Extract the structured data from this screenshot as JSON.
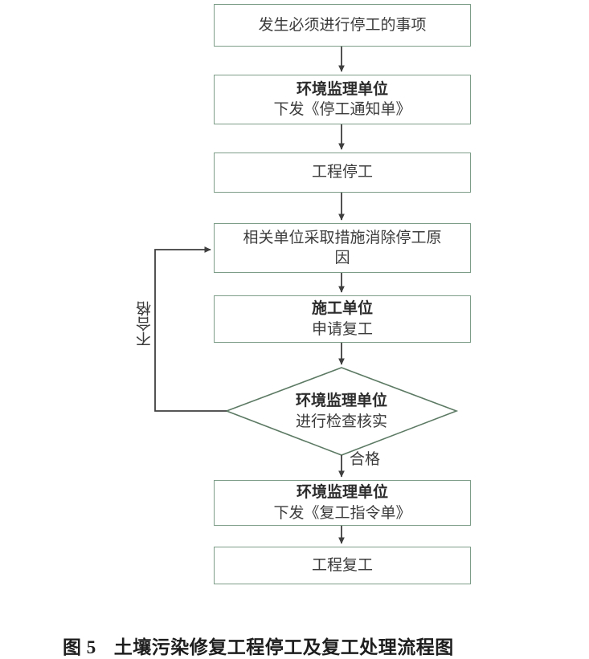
{
  "figure": {
    "caption_label": "图 5",
    "caption_text": "土壤污染修复工程停工及复工处理流程图"
  },
  "colors": {
    "box_border": "#7e9d88",
    "box_fill": "#ffffff",
    "connector": "#3f3f3f",
    "text": "#3b3b3b",
    "background": "#ffffff"
  },
  "flowchart": {
    "type": "flowchart",
    "orientation": "top-to-bottom",
    "nodes": [
      {
        "id": "n1",
        "shape": "rect",
        "lines": [
          {
            "text": "发生必须进行停工的事项",
            "bold": false
          }
        ]
      },
      {
        "id": "n2",
        "shape": "rect",
        "lines": [
          {
            "text": "环境监理单位",
            "bold": true
          },
          {
            "text": "下发《停工通知单》",
            "bold": false
          }
        ]
      },
      {
        "id": "n3",
        "shape": "rect",
        "lines": [
          {
            "text": "工程停工",
            "bold": false
          }
        ]
      },
      {
        "id": "n4",
        "shape": "rect",
        "lines": [
          {
            "text": "相关单位采取措施消除停工原",
            "bold": false
          },
          {
            "text": "因",
            "bold": false
          }
        ]
      },
      {
        "id": "n5",
        "shape": "rect",
        "lines": [
          {
            "text": "施工单位",
            "bold": true
          },
          {
            "text": "申请复工",
            "bold": false
          }
        ]
      },
      {
        "id": "n6",
        "shape": "diamond",
        "lines": [
          {
            "text": "环境监理单位",
            "bold": true
          },
          {
            "text": "进行检查核实",
            "bold": false
          }
        ]
      },
      {
        "id": "n7",
        "shape": "rect",
        "lines": [
          {
            "text": "环境监理单位",
            "bold": true
          },
          {
            "text": "下发《复工指令单》",
            "bold": false
          }
        ]
      },
      {
        "id": "n8",
        "shape": "rect",
        "lines": [
          {
            "text": "工程复工",
            "bold": false
          }
        ]
      }
    ],
    "edges": [
      {
        "from": "n1",
        "to": "n2",
        "label": ""
      },
      {
        "from": "n2",
        "to": "n3",
        "label": ""
      },
      {
        "from": "n3",
        "to": "n4",
        "label": ""
      },
      {
        "from": "n4",
        "to": "n5",
        "label": ""
      },
      {
        "from": "n5",
        "to": "n6",
        "label": ""
      },
      {
        "from": "n6",
        "to": "n7",
        "label": "合格"
      },
      {
        "from": "n6",
        "to": "n4",
        "label": "不合格",
        "routing": "left-feedback-loop"
      },
      {
        "from": "n7",
        "to": "n8",
        "label": ""
      }
    ],
    "labels": {
      "pass": "合格",
      "fail": "不合格"
    }
  }
}
